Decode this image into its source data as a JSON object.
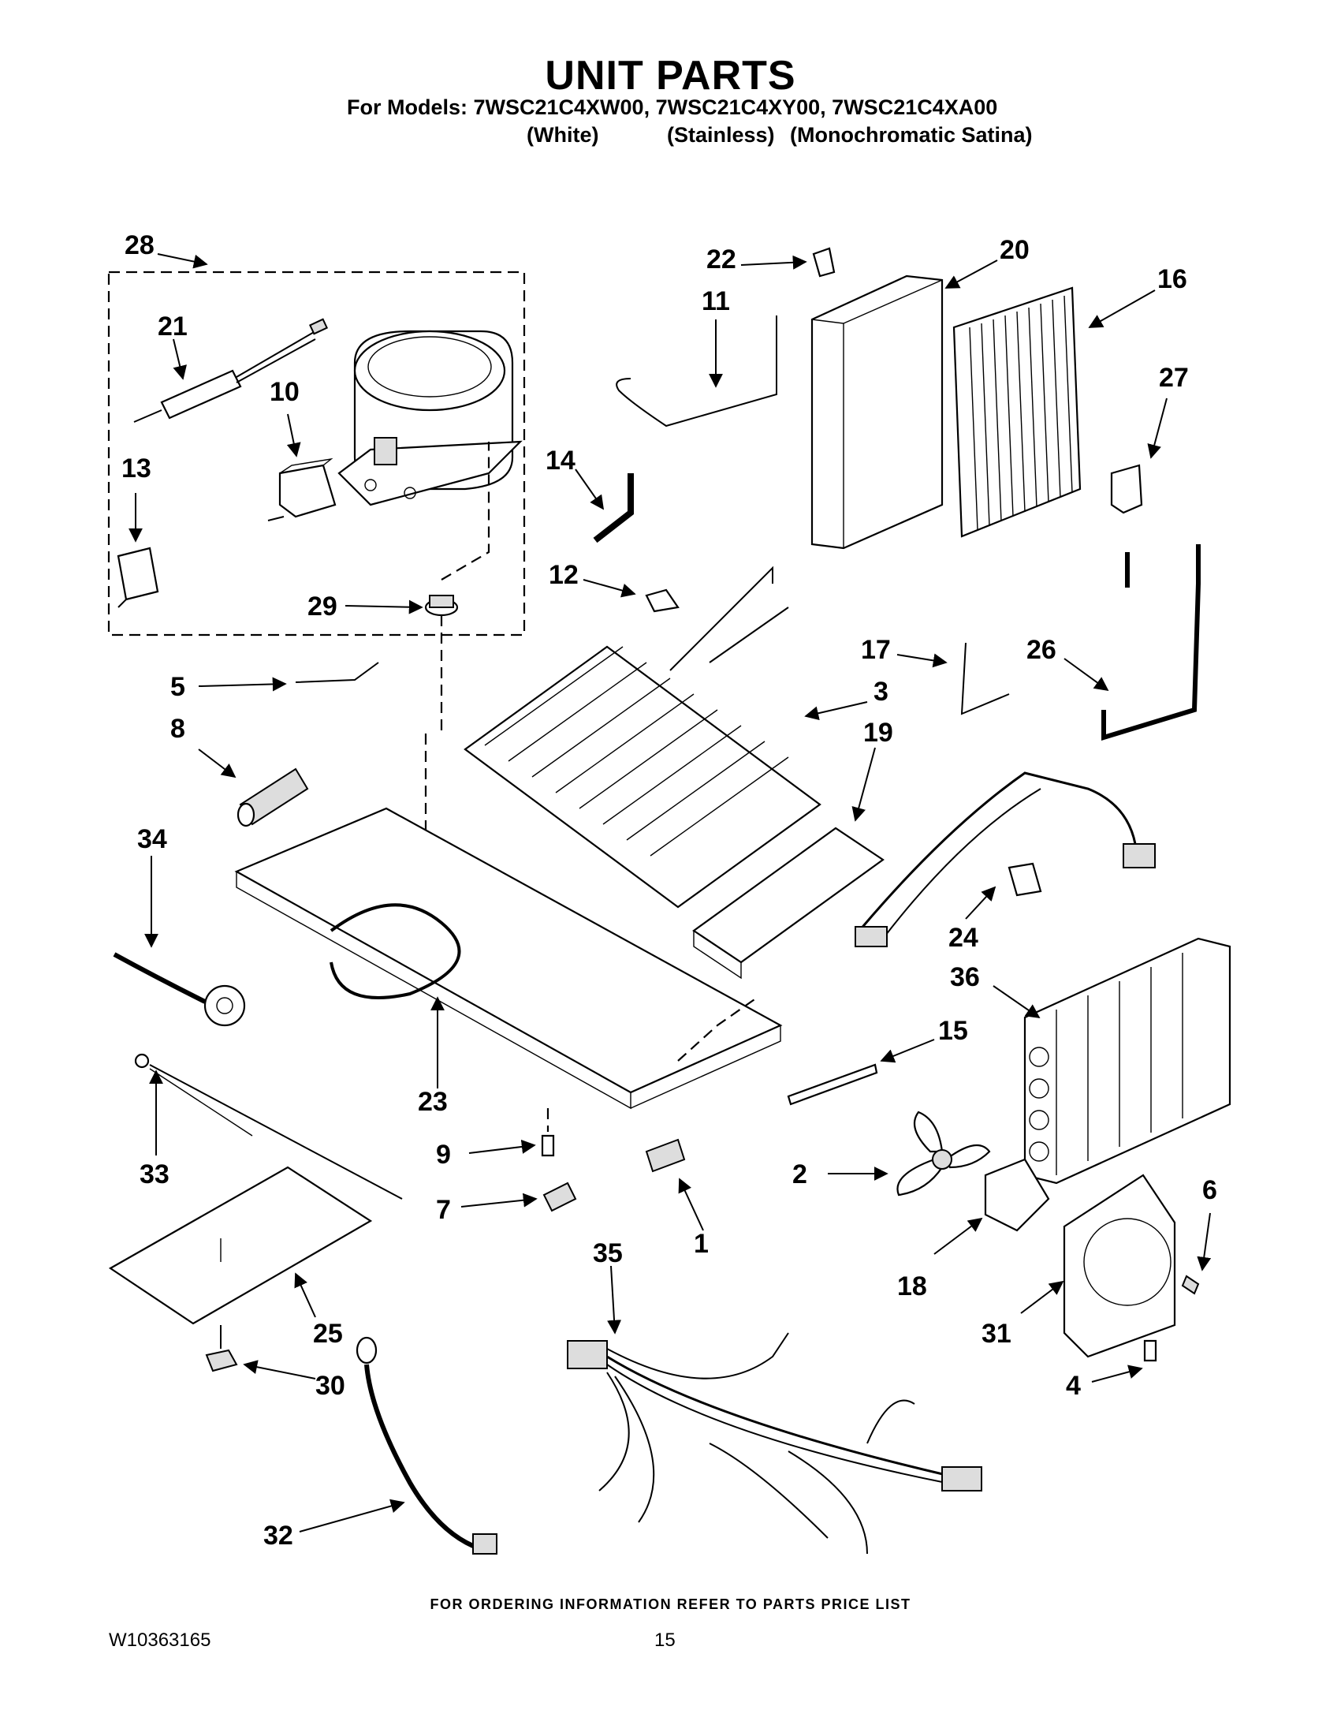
{
  "header": {
    "title": "UNIT PARTS",
    "models_line": "For Models: 7WSC21C4XW00, 7WSC21C4XY00, 7WSC21C4XA00",
    "variants": [
      "(White)",
      "(Stainless)",
      "(Monochromatic Satina)"
    ]
  },
  "callouts": [
    "28",
    "21",
    "10",
    "13",
    "29",
    "22",
    "11",
    "20",
    "16",
    "27",
    "14",
    "12",
    "17",
    "26",
    "5",
    "3",
    "8",
    "19",
    "34",
    "24",
    "36",
    "23",
    "15",
    "9",
    "2",
    "6",
    "7",
    "1",
    "33",
    "35",
    "18",
    "31",
    "25",
    "30",
    "4",
    "32"
  ],
  "footer": {
    "note": "FOR ORDERING INFORMATION REFER TO PARTS PRICE LIST",
    "doc_number": "W10363165",
    "page_number": "15"
  }
}
